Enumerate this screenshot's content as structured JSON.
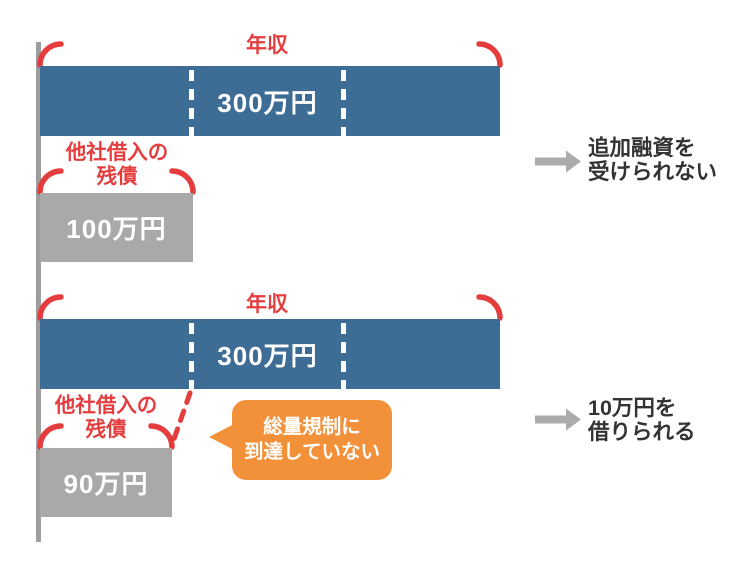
{
  "colors": {
    "income_bar_blue": "#3d6c95",
    "debt_bar_gray": "#a9a9a9",
    "accent_red": "#e53d3e",
    "bubble_orange": "#f2913a",
    "arrow_gray": "#ababab",
    "result_text_dark": "#333333"
  },
  "sections": [
    {
      "income_label": "年収",
      "income_value": "300万円",
      "debt_label": [
        "他社借入の",
        "残債"
      ],
      "debt_value": "100万円",
      "result": [
        "追加融資を",
        "受けられない"
      ]
    },
    {
      "income_label": "年収",
      "income_value": "300万円",
      "debt_label": [
        "他社借入の",
        "残債"
      ],
      "debt_value": "90万円",
      "bubble": [
        "総量規制に",
        "到達していない"
      ],
      "result": [
        "10万円を",
        "借りられる"
      ]
    }
  ]
}
